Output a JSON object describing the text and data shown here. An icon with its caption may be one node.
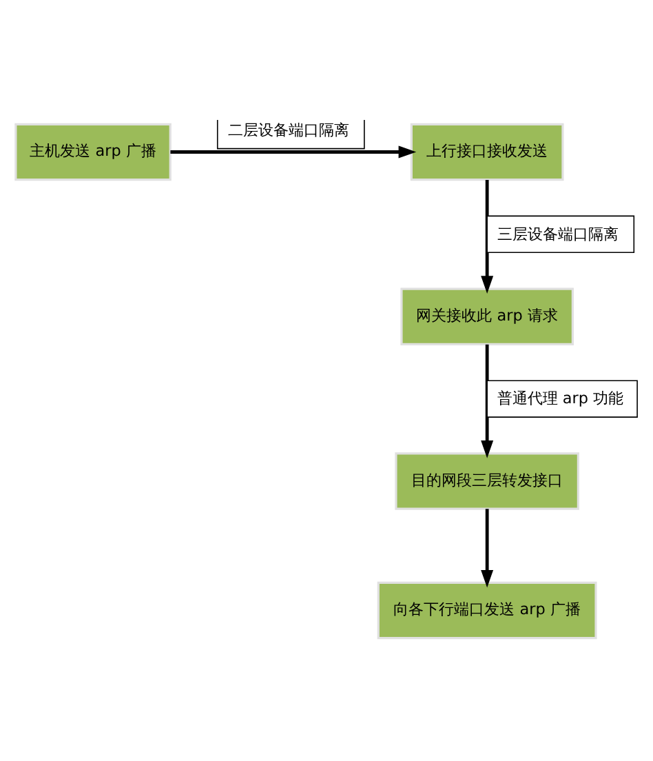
{
  "diagram": {
    "nodes": [
      {
        "text": [
          "主机发送 arp 广播"
        ]
      },
      {
        "text": [
          "上行接口接收发送"
        ]
      },
      {
        "text": [
          "网关接收此 arp 请求"
        ]
      },
      {
        "text": [
          "目的网段三层转发接口"
        ]
      },
      {
        "text": [
          "向各下行端口发送 arp 广播"
        ]
      }
    ],
    "edges": [
      {
        "from": 0,
        "to": 1,
        "arrow": "to",
        "label": "二层设备端口隔离"
      },
      {
        "from": 1,
        "to": 2,
        "arrow": "to",
        "label": "三层设备端口隔离"
      },
      {
        "from": 2,
        "to": 3,
        "arrow": "to",
        "label": "普通代理 arp 功能"
      },
      {
        "from": 3,
        "to": 4,
        "arrow": "to"
      }
    ]
  }
}
